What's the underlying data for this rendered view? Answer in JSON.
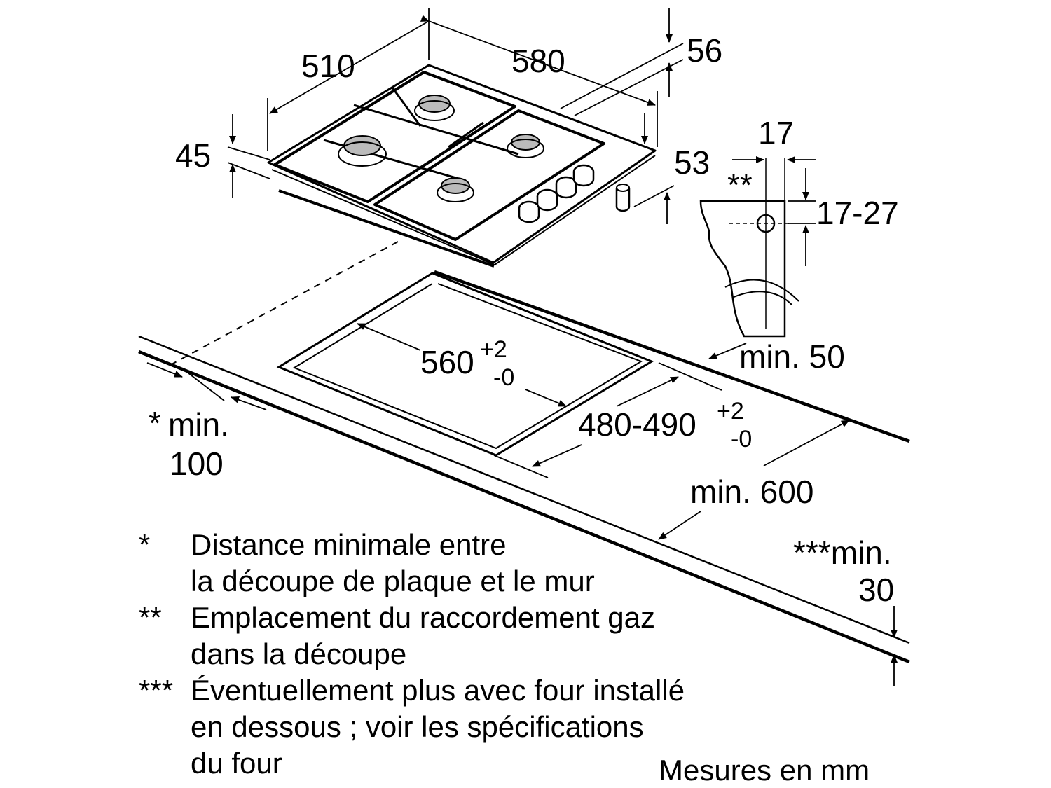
{
  "dimensions": {
    "width_580": "580",
    "depth_510": "510",
    "height_56": "56",
    "height_45": "45",
    "height_53": "53",
    "offset_17": "17",
    "range_17_27": "17-27",
    "double_star": "**",
    "cutout_width": "560",
    "cutout_width_tol_plus": "+2",
    "cutout_width_tol_minus": "-0",
    "cutout_depth": "480-490",
    "cutout_depth_tol_plus": "+2",
    "cutout_depth_tol_minus": "-0",
    "min_50": "min. 50",
    "min_100_star": "*",
    "min_100_line1": "min.",
    "min_100_line2": "100",
    "min_600": "min. 600",
    "min_30_line1": "***min.",
    "min_30_line2": "30"
  },
  "notes": [
    {
      "mark": "*",
      "line1": "Distance minimale entre",
      "line2": "la découpe de plaque et le mur",
      "line3": ""
    },
    {
      "mark": "**",
      "line1": "Emplacement du raccordement gaz",
      "line2": "dans la découpe",
      "line3": ""
    },
    {
      "mark": "***",
      "line1": "Éventuellement plus avec four installé",
      "line2": "en dessous ; voir les spécifications",
      "line3": "du four"
    }
  ],
  "units_label": "Mesures en mm"
}
